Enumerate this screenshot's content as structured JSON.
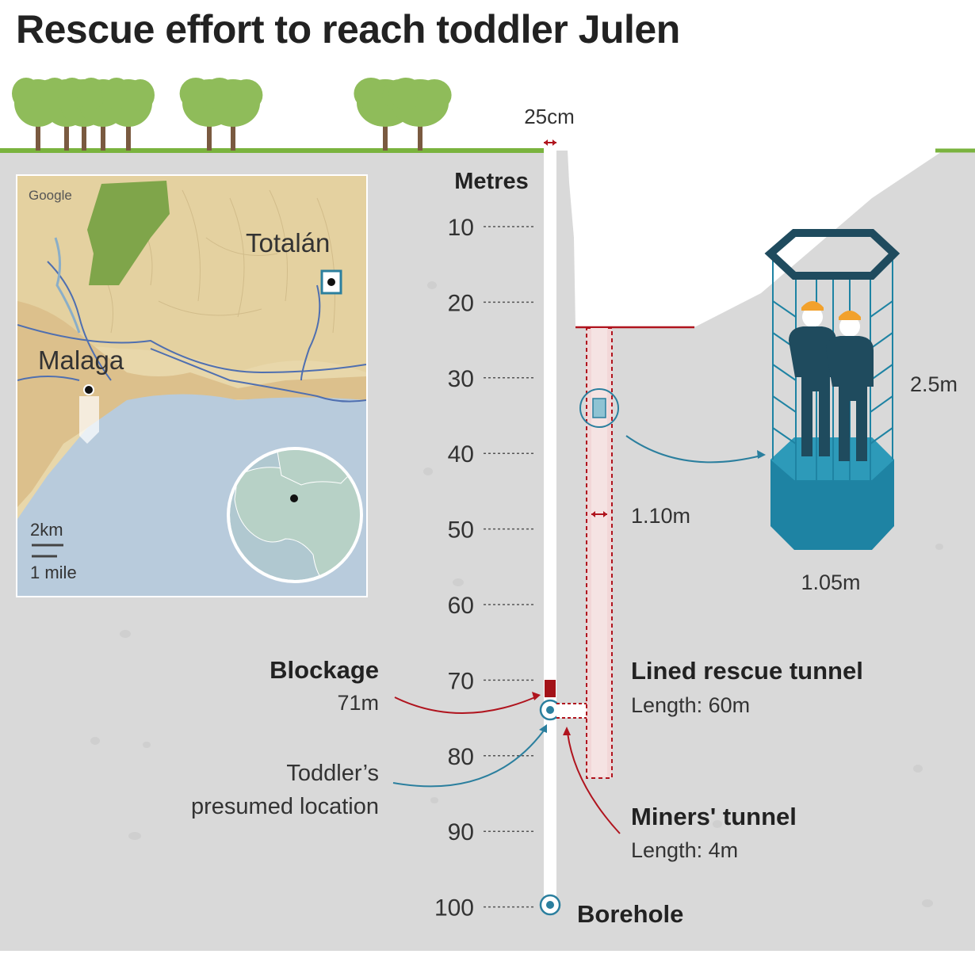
{
  "title": "Rescue effort to reach toddler Julen",
  "scale": {
    "heading": "Metres",
    "ticks": [
      "10",
      "20",
      "30",
      "40",
      "50",
      "60",
      "70",
      "80",
      "90",
      "100"
    ]
  },
  "borehole": {
    "width_label": "25cm",
    "label": "Borehole"
  },
  "blockage": {
    "title": "Blockage",
    "depth": "71m"
  },
  "toddler": {
    "line1": "Toddler’s",
    "line2": "presumed location"
  },
  "rescue_tunnel": {
    "title": "Lined rescue tunnel",
    "length": "Length: 60m",
    "width": "1.10m"
  },
  "miners_tunnel": {
    "title": "Miners' tunnel",
    "length": "Length: 4m"
  },
  "capsule": {
    "height": "2.5m",
    "width": "1.05m"
  },
  "map": {
    "attribution": "Google",
    "town": "Totalán",
    "city": "Malaga",
    "scale_km": "2km",
    "scale_mile": "1 mile"
  },
  "colors": {
    "ground": "#d9d9d9",
    "grass": "#7ab33e",
    "tree": "#8fbc5a",
    "trunk": "#7a5a40",
    "tunnel_red": "#b0141e",
    "tunnel_fill": "#f2d7d8",
    "accent_blue": "#2b7f9e",
    "capsule_dark": "#1f4b5e",
    "capsule_blue": "#1e83a3",
    "sea": "#b8cbdc",
    "land": "#e8d7aa"
  }
}
